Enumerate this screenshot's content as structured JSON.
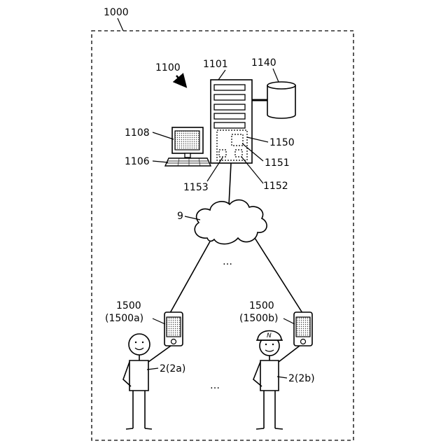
{
  "labels": {
    "system": "1000",
    "server_system": "1100",
    "server": "1101",
    "database": "1140",
    "monitor": "1108",
    "keyboard": "1106",
    "control_unit": "1150",
    "sub_unit_a": "1151",
    "sub_unit_b": "1152",
    "sub_unit_c": "1153",
    "network": "9",
    "ellipsis_network": "…",
    "terminal_left": "1500",
    "terminal_left_sub": "(1500a)",
    "terminal_right": "1500",
    "terminal_right_sub": "(1500b)",
    "user_left": "2(2a)",
    "user_right": "2(2b)",
    "ellipsis_users": "…",
    "cap_mark": "N"
  }
}
